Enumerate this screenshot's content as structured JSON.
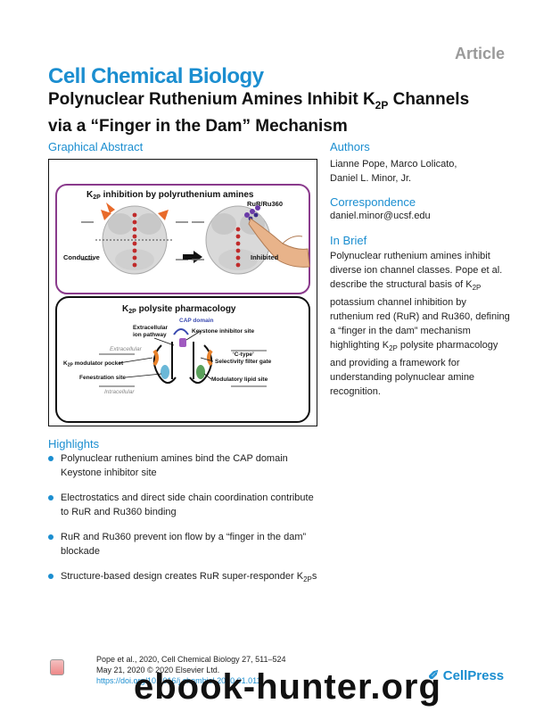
{
  "header": {
    "article_tag": "Article",
    "journal": "Cell Chemical Biology",
    "title_line1_pre": "Polynuclear Ruthenium Amines Inhibit K",
    "title_line1_sub": "2P",
    "title_line1_post": " Channels",
    "title_line2": "via a “Finger in the Dam” Mechanism"
  },
  "graphical_abstract": {
    "heading": "Graphical Abstract",
    "panel1_title_pre": "K",
    "panel1_title_sub": "2P",
    "panel1_title_post": " inhibition by polyruthenium amines",
    "label_rur": "RuR/Ru360",
    "label_conductive": "Conductive",
    "label_inhibited": "Inhibited",
    "panel2_title_pre": "K",
    "panel2_title_sub": "2P",
    "panel2_title_post": " polysite pharmacology",
    "label_cap": "CAP domain",
    "label_extracellular_ion_pathway_1": "Extracellular",
    "label_extracellular_ion_pathway_2": "ion pathway",
    "label_keystone": "Keystone inhibitor site",
    "label_extracellular": "Extracellular",
    "label_ctype": "‘C-type’",
    "label_selectivity": "Selectivity filter gate",
    "label_modulator_pre": "K",
    "label_modulator_sub": "2P",
    "label_modulator_post": " modulator pocket",
    "label_fenestration": "Fenestration site",
    "label_modulatory_lipid": "Modulatory lipid site",
    "label_intracellular": "Intracellular"
  },
  "authors": {
    "heading": "Authors",
    "line1": "Lianne Pope, Marco Lolicato,",
    "line2": "Daniel L. Minor, Jr."
  },
  "correspondence": {
    "heading": "Correspondence",
    "email": "daniel.minor@ucsf.edu"
  },
  "in_brief": {
    "heading": "In Brief",
    "line1": "Polynuclear ruthenium amines inhibit",
    "line2": "diverse ion channel classes. Pope et al.",
    "line3_pre": "describe the structural basis of K",
    "line3_sub": "2P",
    "line4": "potassium channel inhibition by",
    "line5": "ruthenium red (RuR) and Ru360, defining",
    "line6": "a “finger in the dam” mechanism",
    "line7_pre": "highlighting K",
    "line7_sub": "2P",
    "line7_post": " polysite pharmacology",
    "line8": "and providing a framework for",
    "line9": "understanding polynuclear amine",
    "line10": "recognition."
  },
  "highlights": {
    "heading": "Highlights",
    "items": [
      {
        "line1": "Polynuclear ruthenium amines bind the CAP domain",
        "line2": "Keystone inhibitor site"
      },
      {
        "line1": "Electrostatics and direct side chain coordination contribute",
        "line2": "to RuR and Ru360 binding"
      },
      {
        "line1": "RuR and Ru360 prevent ion flow by a “finger in the dam”",
        "line2": "blockade"
      },
      {
        "line1": "Structure-based design creates RuR super-responder K",
        "line1_sub": "2P",
        "line1_post": "s",
        "line2": ""
      }
    ]
  },
  "footer": {
    "citation": "Pope et al., 2020, Cell Chemical Biology 27, 511–524",
    "date": "May 21, 2020 © 2020 Elsevier Ltd.",
    "doi": "https://doi.org/10.1016/j.chembiol.2020.01.011",
    "publisher": "CellPress",
    "watermark": "ebook-hunter.org"
  },
  "colors": {
    "accent": "#1b8ed0",
    "panel_border": "#8a3a8c",
    "ion_dots": "#c02a2a",
    "arrows": "#e86a2a"
  }
}
